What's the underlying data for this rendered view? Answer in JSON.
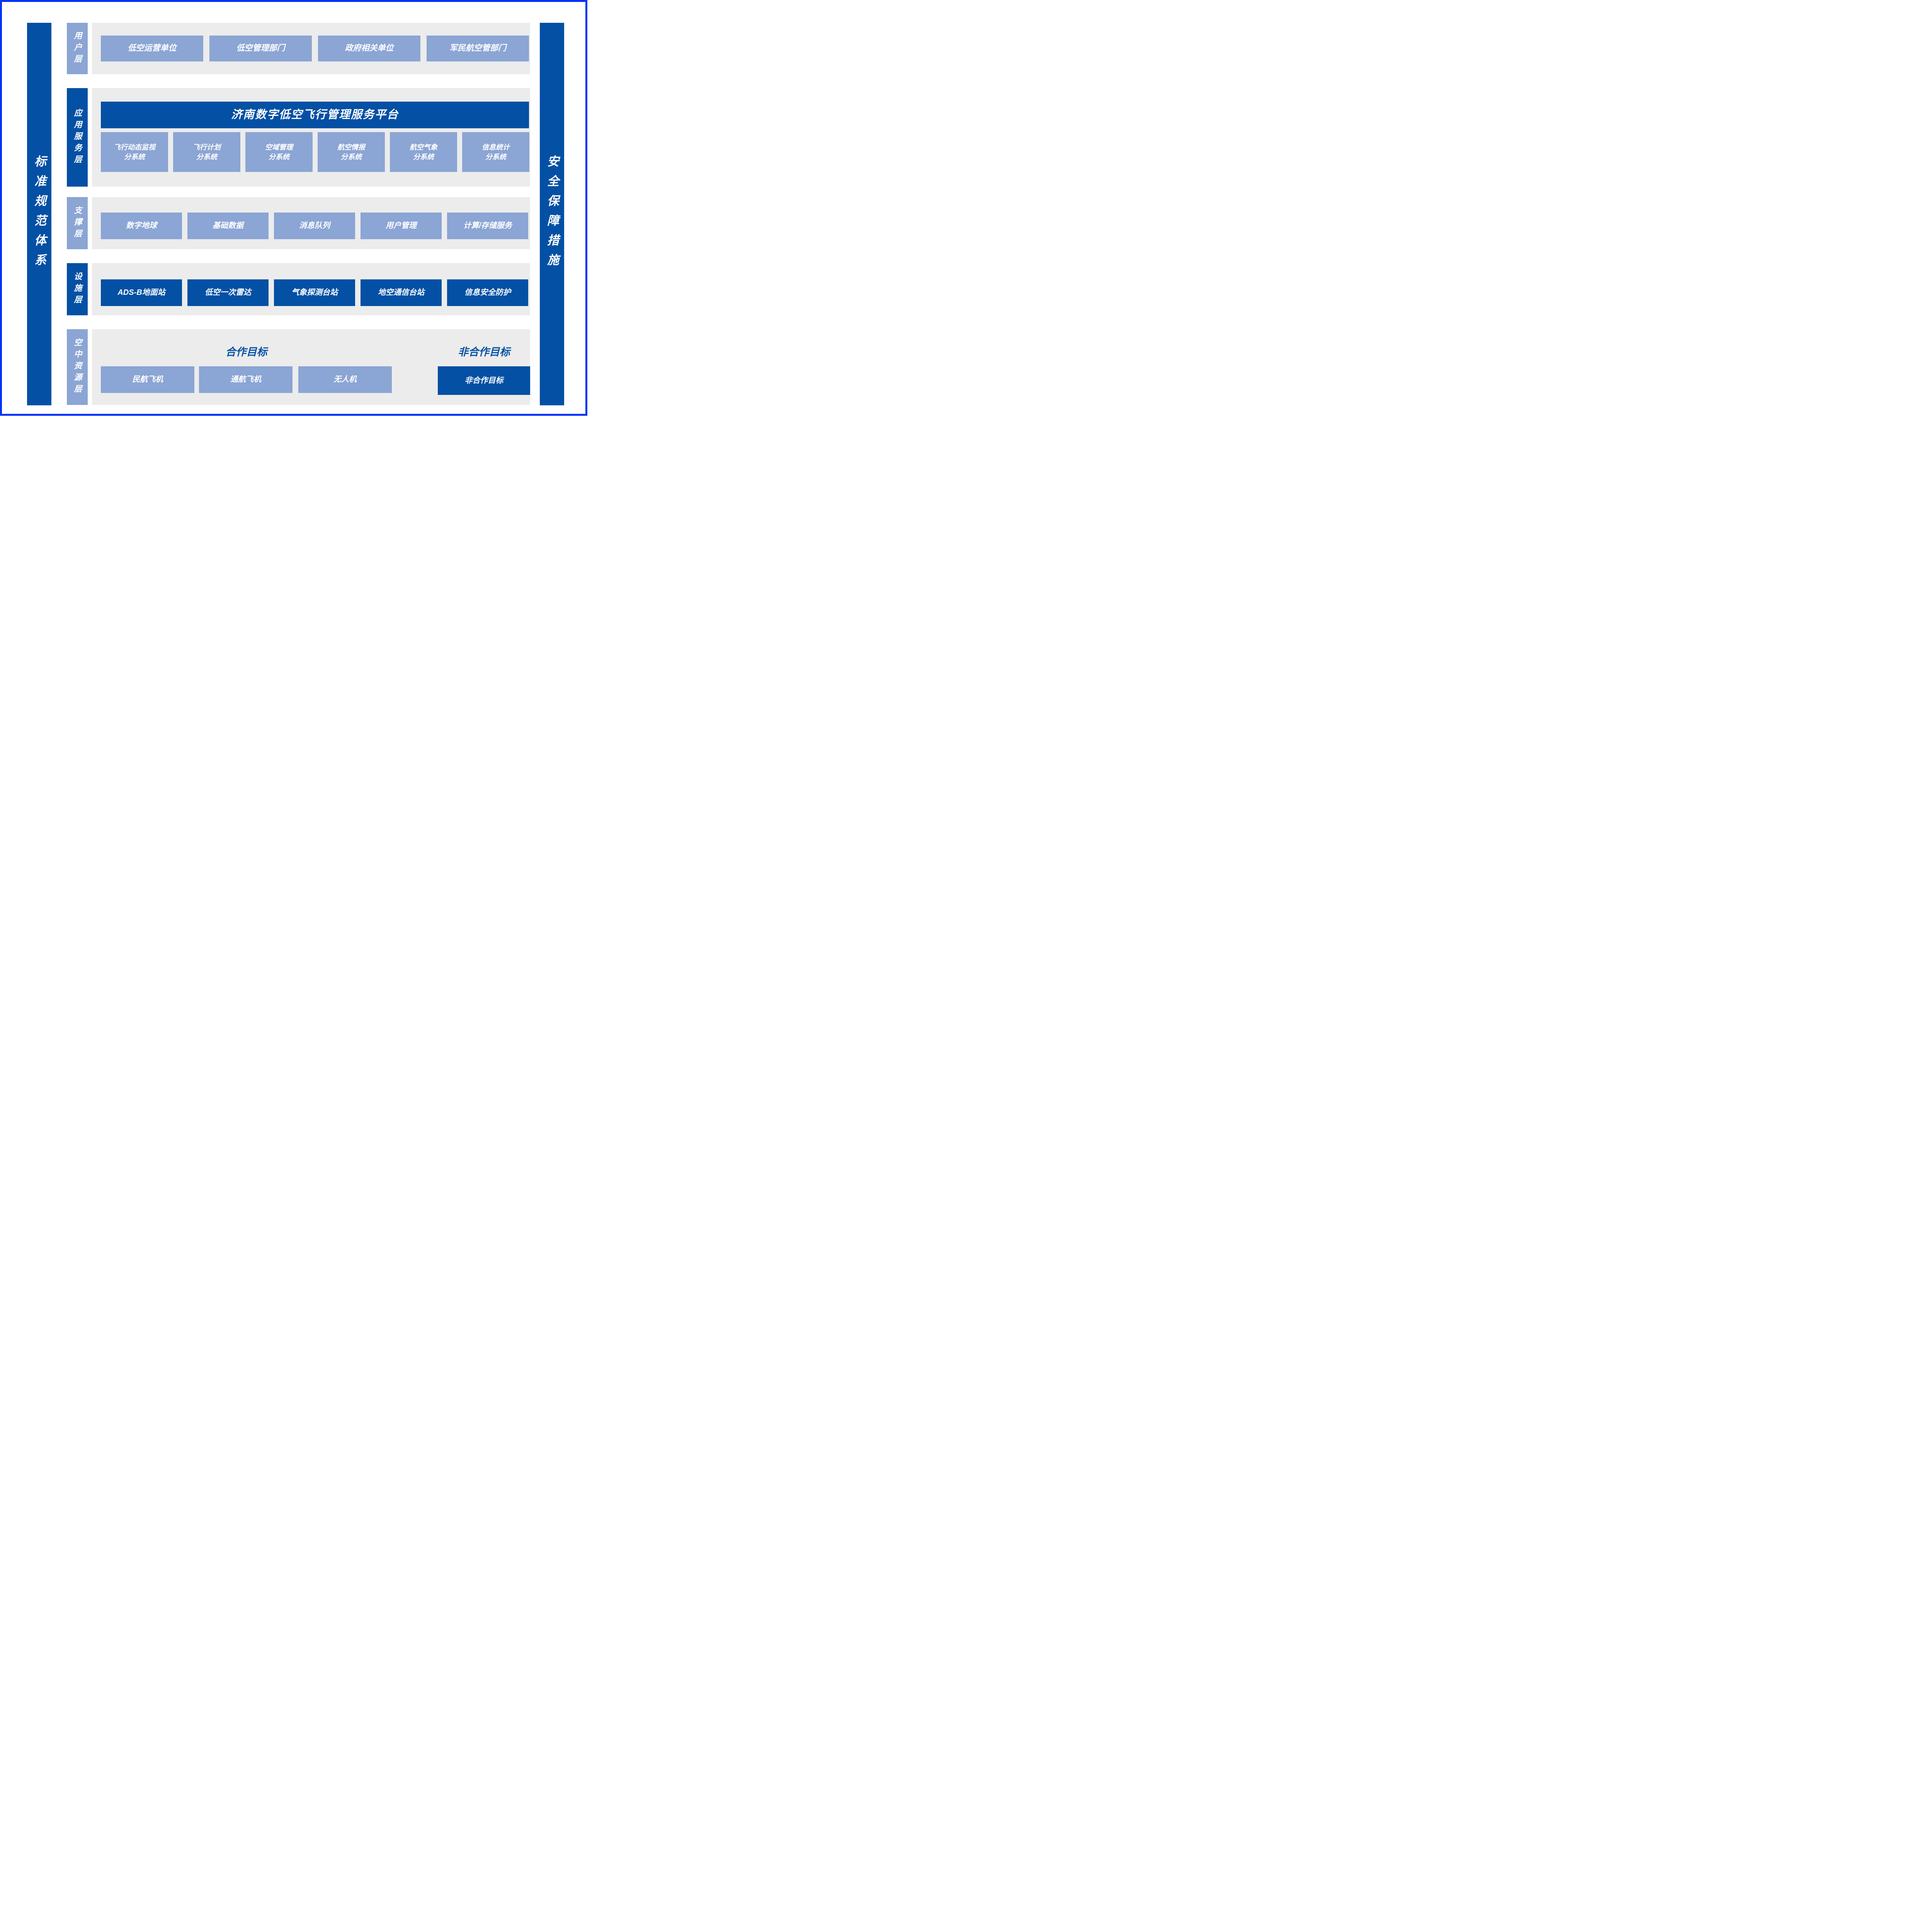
{
  "frame": {
    "border_color": "#0032fb",
    "background": "#ffffff"
  },
  "palette": {
    "dark_blue": "#0450a4",
    "light_blue": "#8ba5d4",
    "band_gray": "#ececec",
    "text_white": "#ffffff",
    "border_color": "#0032fb",
    "background": "#ffffff"
  },
  "left_bar": {
    "label": "标准规范体系"
  },
  "right_bar": {
    "label": "安全保障措施"
  },
  "user_layer": {
    "label": "用户层",
    "boxes": [
      "低空运营单位",
      "低空管理部门",
      "政府相关单位",
      "军民航空管部门"
    ]
  },
  "app_layer": {
    "label": "应用服务层",
    "platform_title": "济南数字低空飞行管理服务平台",
    "subsystems": [
      {
        "top": "飞行动态监视",
        "bottom": "分系统"
      },
      {
        "top": "飞行计划",
        "bottom": "分系统"
      },
      {
        "top": "空域管理",
        "bottom": "分系统"
      },
      {
        "top": "航空情报",
        "bottom": "分系统"
      },
      {
        "top": "航空气象",
        "bottom": "分系统"
      },
      {
        "top": "信息统计",
        "bottom": "分系统"
      }
    ]
  },
  "support_layer": {
    "label": "支撑层",
    "boxes": [
      "数字地球",
      "基础数据",
      "消息队列",
      "用户管理",
      "计算/存储服务"
    ]
  },
  "facility_layer": {
    "label": "设施层",
    "boxes": [
      "ADS-B地面站",
      "低空一次雷达",
      "气象探测台站",
      "地空通信台站",
      "信息安全防护"
    ]
  },
  "air_layer": {
    "label": "空中资源层",
    "coop_heading": "合作目标",
    "noncoop_heading": "非合作目标",
    "coop_boxes": [
      "民航飞机",
      "通航飞机",
      "无人机"
    ],
    "noncoop_box": "非合作目标"
  }
}
